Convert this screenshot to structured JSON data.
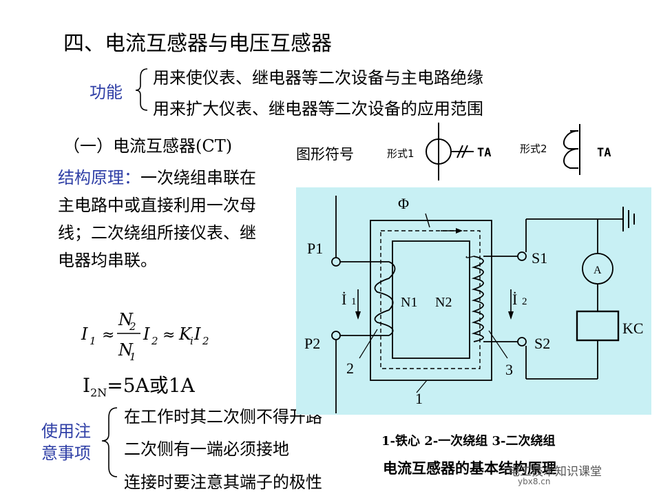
{
  "title": "四、电流互感器与电压互感器",
  "function": {
    "label": "功能",
    "items": [
      "用来使仪表、继电器等二次设备与主电路绝缘",
      "用来扩大仪表、继电器等二次设备的应用范围"
    ]
  },
  "ct_heading": "（一）电流互感器(CT)",
  "structure": {
    "label": "结构原理：",
    "text": "一次绕组串联在主电路中或直接利用一次母线；二次绕组所接仪表、继电器均串联。"
  },
  "symbol": {
    "label": "图形符号",
    "form1": "形式1",
    "form2": "形式2",
    "ta": "TA"
  },
  "formula": {
    "I1": "I",
    "I1_sub": "1",
    "approx": "≈",
    "N2": "N",
    "N2_sub": "2",
    "N1": "N",
    "N1_sub": "1",
    "I2": "I",
    "I2_sub": "2",
    "Ki": "K",
    "Ki_sub": "i"
  },
  "rated": {
    "main": "I",
    "sub": "2N",
    "rest": "=5A或1A"
  },
  "notes": {
    "label": "使用注意事项",
    "items": [
      "在工作时其二次侧不得开路",
      "二次侧有一端必须接地",
      "连接时要注意其端子的极性"
    ]
  },
  "diagram": {
    "phi": "Φ",
    "P1": "P1",
    "P2": "P2",
    "S1": "S1",
    "S2": "S2",
    "I1": "İ",
    "I1_sub": "1",
    "I2": "İ",
    "I2_sub": "2",
    "N1": "N1",
    "N2": "N2",
    "A": "A",
    "KC": "KC",
    "n1": "1",
    "n2": "2",
    "n3": "3"
  },
  "legend": "1-铁心  2-一次绕组  3-二次绕组",
  "caption": "电流互感器的基本结构原理",
  "watermark": "电工技术知识课堂",
  "watermark_sub": "ybx8.cn"
}
